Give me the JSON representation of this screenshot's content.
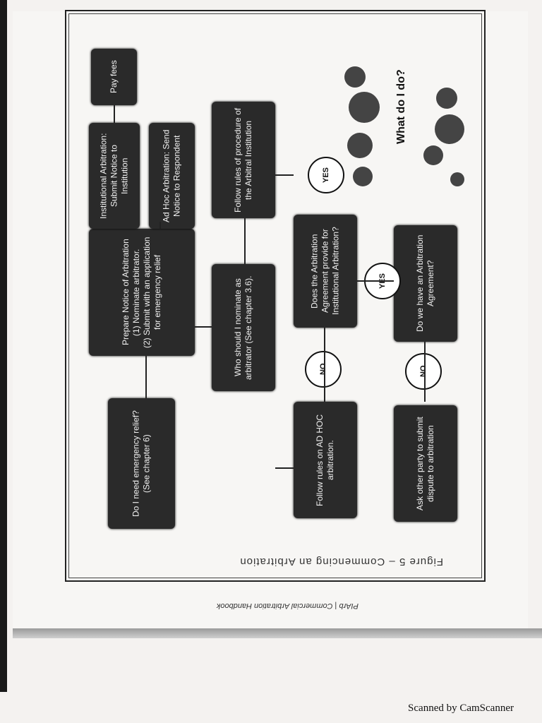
{
  "figure_caption": "Figure 5 – Commencing an Arbitration",
  "running_footer": "PIArb | Commercial Arbitration Handbook",
  "scanner_note": "Scanned by CamScanner",
  "thought_title": "What do I do?",
  "nodes": {
    "q_agreement": "Do we have an Arbitration Agreement?",
    "ask_other": "Ask other party to submit dispute to arbitration",
    "q_institutional": "Does the Arbitration Agreement provide for Institutional Arbitration?",
    "follow_adhoc": "Follow rules on AD HOC arbitration.",
    "follow_inst": "Follow rules of procedure of the Arbitral Institution",
    "who_nominate": "Who should I nominate as arbitrator (See chapter 3.6).",
    "emergency": "Do I need emergency relief? (See chapter 6)",
    "prepare_notice": "Prepare Notice of Arbitration\n(1) Nominate arbitrator.\n(2) Submit with an application for emergency relief",
    "adhoc_notice": "Ad Hoc Arbitration: Send Notice to Respondent",
    "inst_notice": "Institutional Arbitration: Submit Notice to Institution",
    "pay_fees": "Pay fees"
  },
  "labels": {
    "yes1": "YES",
    "no1": "NO",
    "yes2": "YES",
    "no2": "NO"
  }
}
